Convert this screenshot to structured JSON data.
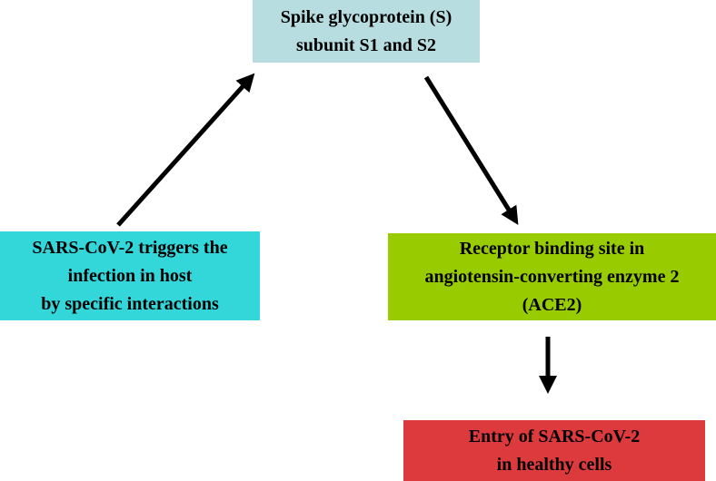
{
  "nodes": {
    "spike": {
      "lines": [
        "Spike glycoprotein (S)",
        "subunit S1 and S2"
      ],
      "color": "#b7dde0"
    },
    "sars": {
      "lines": [
        "SARS-CoV-2 triggers the",
        "infection in host",
        "by specific interactions"
      ],
      "color": "#33d6d9"
    },
    "receptor": {
      "lines": [
        "Receptor binding site in",
        "angiotensin-converting enzyme 2",
        "(ACE2)"
      ],
      "color": "#99cc00"
    },
    "entry": {
      "lines": [
        "Entry of SARS-CoV-2",
        "in healthy cells"
      ],
      "color": "#dd3a3e"
    }
  },
  "edges": [
    {
      "from": "sars",
      "to": "spike"
    },
    {
      "from": "spike",
      "to": "receptor"
    },
    {
      "from": "receptor",
      "to": "entry"
    }
  ],
  "colors": {
    "arrow": "#000000",
    "text": "#000000",
    "background": "#ffffff"
  }
}
